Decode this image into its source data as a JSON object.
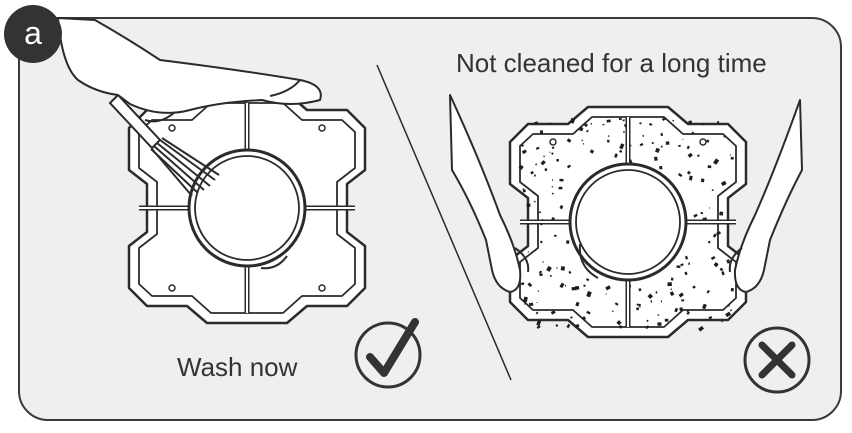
{
  "badge": {
    "label": "a"
  },
  "left_panel": {
    "caption": "Wash now",
    "status_icon": "checkmark-circle-icon",
    "status_color": "#333333"
  },
  "right_panel": {
    "caption": "Not cleaned for a long time",
    "status_icon": "x-circle-icon",
    "status_color": "#333333"
  },
  "colors": {
    "stroke": "#2b2b2b",
    "background": "#efefef",
    "badge": "#333333"
  }
}
